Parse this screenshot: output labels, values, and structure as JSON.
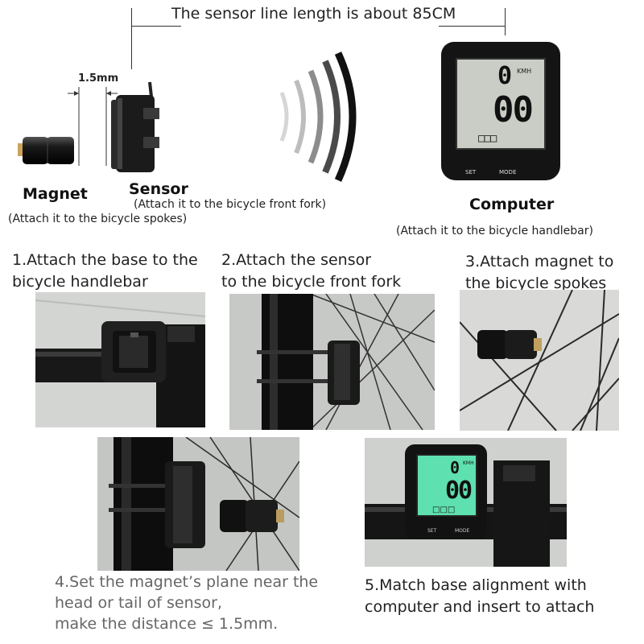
{
  "top": {
    "sensor_line_note": "The sensor line length is about 85CM",
    "gap_label": "1.5mm"
  },
  "parts": {
    "magnet_title": "Magnet",
    "magnet_note": "(Attach it to the bicycle spokes)",
    "sensor_title": "Sensor",
    "sensor_note": "(Attach it to the bicycle front fork)",
    "computer_title": "Computer",
    "computer_note": "(Attach it to the bicycle handlebar)",
    "display_unit": "KMH",
    "display_digits": "00",
    "button_set": "SET",
    "button_mode": "MODE"
  },
  "steps": {
    "step1_line1": "1.Attach the base to the",
    "step1_line2": "bicycle handlebar",
    "step2_line1": "2.Attach the  sensor",
    "step2_line2": "to the bicycle front fork",
    "step3_line1": "3.Attach magnet to",
    "step3_line2": "the bicycle spokes",
    "step4_line1": "4.Set the magnet’s plane near the",
    "step4_line2": "head or tail of sensor,",
    "step4_line3": "make the distance ≤ 1.5mm.",
    "step5_line1": "5.Match base alignment with",
    "step5_line2": "computer and insert to attach"
  },
  "colors": {
    "lcd_backlight": "#5ee0b0",
    "lcd_plain": "#c9cdc6",
    "device_body": "#141414"
  }
}
